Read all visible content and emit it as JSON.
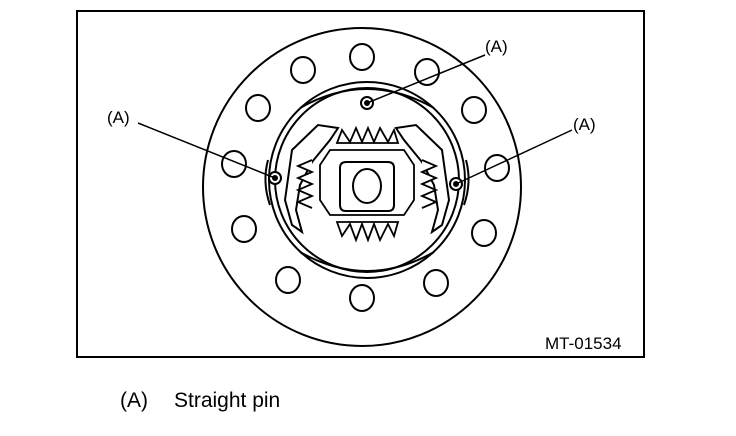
{
  "figure": {
    "id": "MT-01534",
    "callouts": [
      {
        "label": "(A)",
        "target": "top-pin"
      },
      {
        "label": "(A)",
        "target": "left-pin"
      },
      {
        "label": "(A)",
        "target": "right-pin"
      }
    ]
  },
  "legend": {
    "items": [
      {
        "key": "(A)",
        "text": "Straight pin"
      }
    ]
  }
}
